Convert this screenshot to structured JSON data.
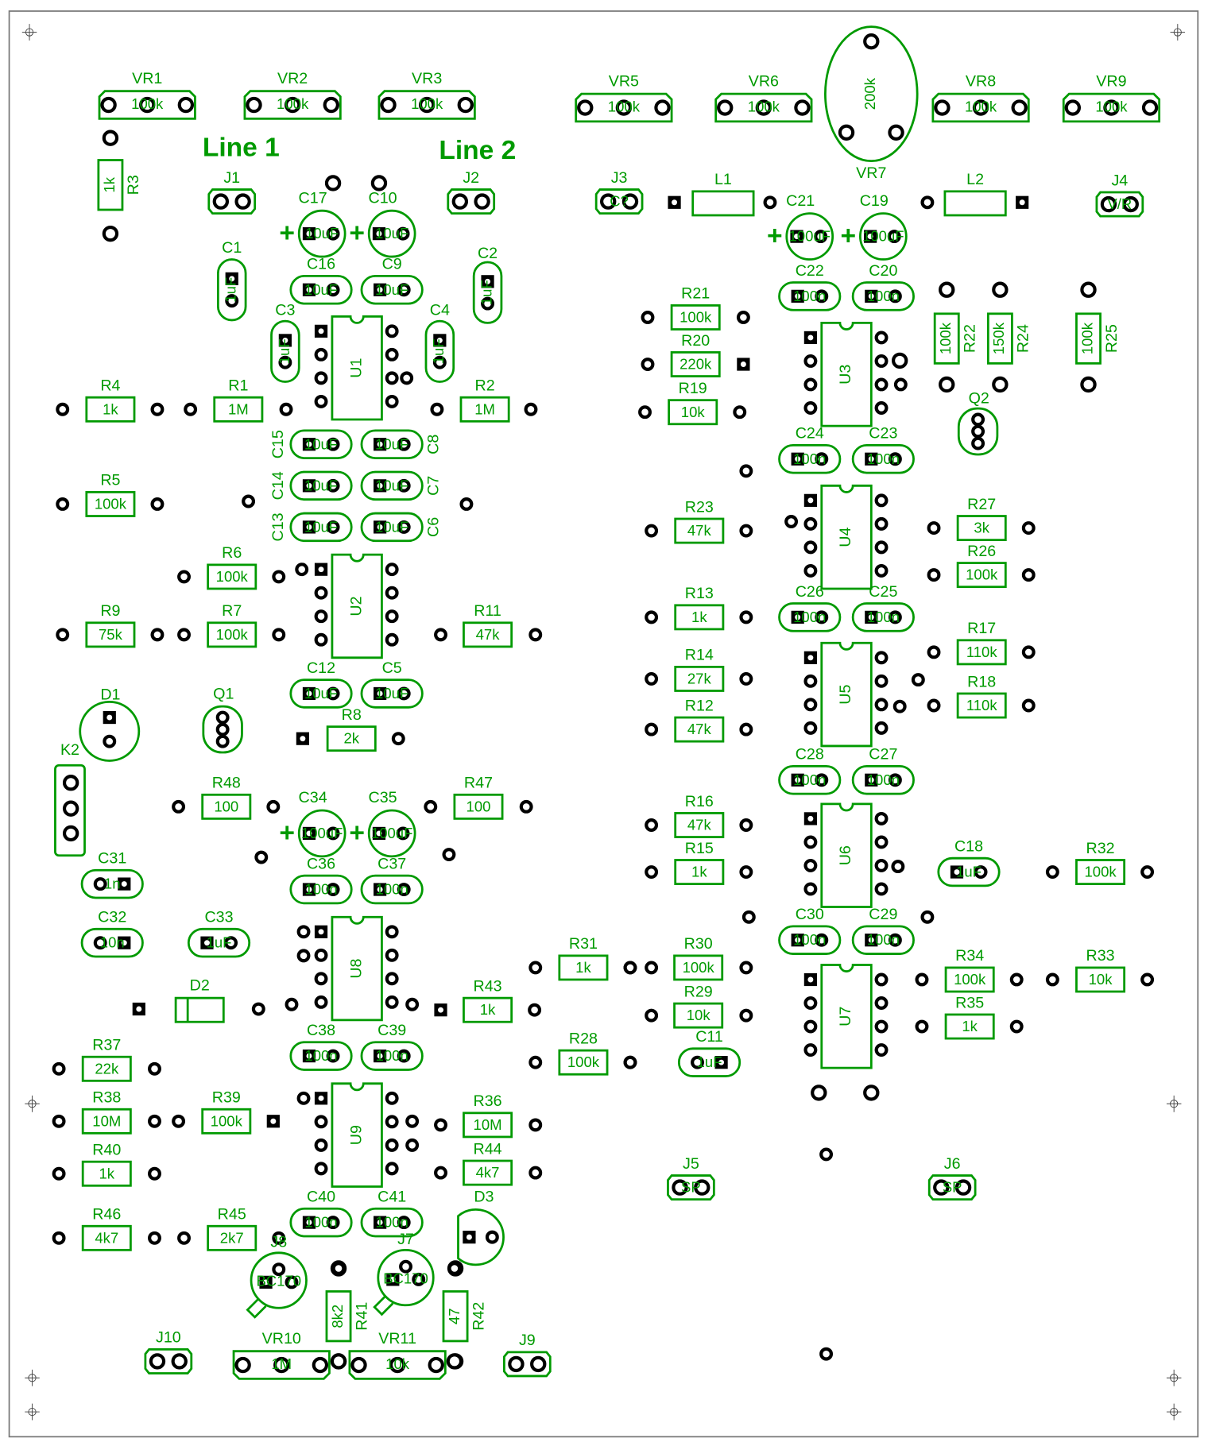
{
  "board_labels": {
    "line1": "Line 1",
    "line2": "Line 2"
  },
  "pots": [
    {
      "ref": "VR1",
      "value": "100k"
    },
    {
      "ref": "VR2",
      "value": "100k"
    },
    {
      "ref": "VR3",
      "value": "100k"
    },
    {
      "ref": "VR5",
      "value": "100k"
    },
    {
      "ref": "VR6",
      "value": "100k"
    },
    {
      "ref": "VR7",
      "value": "200k"
    },
    {
      "ref": "VR8",
      "value": "100k"
    },
    {
      "ref": "VR9",
      "value": "100k"
    },
    {
      "ref": "VR10",
      "value": "1M"
    },
    {
      "ref": "VR11",
      "value": "10k"
    }
  ],
  "resistors": [
    {
      "ref": "R1",
      "value": "1M"
    },
    {
      "ref": "R2",
      "value": "1M"
    },
    {
      "ref": "R3",
      "value": "1k"
    },
    {
      "ref": "R4",
      "value": "1k"
    },
    {
      "ref": "R5",
      "value": "100k"
    },
    {
      "ref": "R6",
      "value": "100k"
    },
    {
      "ref": "R7",
      "value": "100k"
    },
    {
      "ref": "R8",
      "value": "2k"
    },
    {
      "ref": "R9",
      "value": "75k"
    },
    {
      "ref": "R11",
      "value": "47k"
    },
    {
      "ref": "R12",
      "value": "47k"
    },
    {
      "ref": "R13",
      "value": "1k"
    },
    {
      "ref": "R14",
      "value": "27k"
    },
    {
      "ref": "R15",
      "value": "1k"
    },
    {
      "ref": "R16",
      "value": "47k"
    },
    {
      "ref": "R17",
      "value": "110k"
    },
    {
      "ref": "R18",
      "value": "110k"
    },
    {
      "ref": "R19",
      "value": "10k"
    },
    {
      "ref": "R20",
      "value": "220k"
    },
    {
      "ref": "R21",
      "value": "100k"
    },
    {
      "ref": "R22",
      "value": "100k"
    },
    {
      "ref": "R23",
      "value": "47k"
    },
    {
      "ref": "R24",
      "value": "150k"
    },
    {
      "ref": "R25",
      "value": "100k"
    },
    {
      "ref": "R26",
      "value": "100k"
    },
    {
      "ref": "R27",
      "value": "3k"
    },
    {
      "ref": "R28",
      "value": "100k"
    },
    {
      "ref": "R29",
      "value": "10k"
    },
    {
      "ref": "R30",
      "value": "100k"
    },
    {
      "ref": "R31",
      "value": "1k"
    },
    {
      "ref": "R32",
      "value": "100k"
    },
    {
      "ref": "R33",
      "value": "10k"
    },
    {
      "ref": "R34",
      "value": "100k"
    },
    {
      "ref": "R35",
      "value": "1k"
    },
    {
      "ref": "R36",
      "value": "10M"
    },
    {
      "ref": "R37",
      "value": "22k"
    },
    {
      "ref": "R38",
      "value": "10M"
    },
    {
      "ref": "R39",
      "value": "100k"
    },
    {
      "ref": "R40",
      "value": "1k"
    },
    {
      "ref": "R41",
      "value": "8k2"
    },
    {
      "ref": "R42",
      "value": "47"
    },
    {
      "ref": "R43",
      "value": "1k"
    },
    {
      "ref": "R44",
      "value": "4k7"
    },
    {
      "ref": "R45",
      "value": "2k7"
    },
    {
      "ref": "R46",
      "value": "4k7"
    },
    {
      "ref": "R47",
      "value": "100"
    },
    {
      "ref": "R48",
      "value": "100"
    }
  ],
  "capacitors": [
    {
      "ref": "C1",
      "value": "1uF"
    },
    {
      "ref": "C2",
      "value": "1uF"
    },
    {
      "ref": "C3",
      "value": "1uF"
    },
    {
      "ref": "C4",
      "value": "1uF"
    },
    {
      "ref": "C5",
      "value": "10uF"
    },
    {
      "ref": "C6",
      "value": "10uF"
    },
    {
      "ref": "C7",
      "value": "10uF"
    },
    {
      "ref": "C8",
      "value": "10uF"
    },
    {
      "ref": "C9",
      "value": "10uF"
    },
    {
      "ref": "C10",
      "value": "10uF"
    },
    {
      "ref": "C11",
      "value": "1uF"
    },
    {
      "ref": "C12",
      "value": "10uF"
    },
    {
      "ref": "C13",
      "value": "10uF"
    },
    {
      "ref": "C14",
      "value": "10uF"
    },
    {
      "ref": "C15",
      "value": "10uF"
    },
    {
      "ref": "C16",
      "value": "10uF"
    },
    {
      "ref": "C17",
      "value": "10uF"
    },
    {
      "ref": "C18",
      "value": "1uF"
    },
    {
      "ref": "C19",
      "value": "100uF"
    },
    {
      "ref": "C20",
      "value": "100n"
    },
    {
      "ref": "C21",
      "value": "100uF"
    },
    {
      "ref": "C22",
      "value": "100n"
    },
    {
      "ref": "C23",
      "value": "100n"
    },
    {
      "ref": "C24",
      "value": "100n"
    },
    {
      "ref": "C25",
      "value": "100n"
    },
    {
      "ref": "C26",
      "value": "100n"
    },
    {
      "ref": "C27",
      "value": "100n"
    },
    {
      "ref": "C28",
      "value": "100n"
    },
    {
      "ref": "C29",
      "value": "100n"
    },
    {
      "ref": "C30",
      "value": "100n"
    },
    {
      "ref": "C31",
      "value": "1n"
    },
    {
      "ref": "C32",
      "value": "10n"
    },
    {
      "ref": "C33",
      "value": "1uF"
    },
    {
      "ref": "C34",
      "value": "100uF"
    },
    {
      "ref": "C35",
      "value": "100uF"
    },
    {
      "ref": "C36",
      "value": "100n"
    },
    {
      "ref": "C37",
      "value": "100n"
    },
    {
      "ref": "C38",
      "value": "100n"
    },
    {
      "ref": "C39",
      "value": "100n"
    },
    {
      "ref": "C40",
      "value": "100n"
    },
    {
      "ref": "C41",
      "value": "100n"
    }
  ],
  "ics": [
    "U1",
    "U2",
    "U3",
    "U4",
    "U5",
    "U6",
    "U7",
    "U8",
    "U9"
  ],
  "connectors": [
    {
      "ref": "J1",
      "value": ""
    },
    {
      "ref": "J2",
      "value": ""
    },
    {
      "ref": "J3",
      "value": "C?"
    },
    {
      "ref": "J4",
      "value": "V/R"
    },
    {
      "ref": "J5",
      "value": "SP"
    },
    {
      "ref": "J6",
      "value": "SP"
    },
    {
      "ref": "J9",
      "value": ""
    },
    {
      "ref": "J10",
      "value": ""
    },
    {
      "ref": "K2",
      "value": ""
    }
  ],
  "inductors": [
    {
      "ref": "L1"
    },
    {
      "ref": "L2"
    }
  ],
  "transistors": [
    {
      "ref": "Q1"
    },
    {
      "ref": "Q2"
    },
    {
      "ref": "J7",
      "value": "BC170"
    },
    {
      "ref": "J8",
      "value": "BC170"
    }
  ],
  "diodes": [
    {
      "ref": "D1"
    },
    {
      "ref": "D2"
    },
    {
      "ref": "D3"
    }
  ],
  "colors": {
    "silkscreen": "#009a00",
    "pads": "#000000",
    "frame": "#777777"
  }
}
